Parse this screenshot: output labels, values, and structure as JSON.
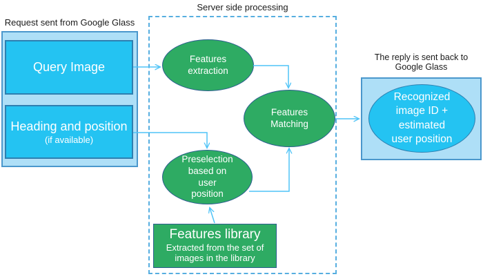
{
  "colors": {
    "container_fill": "#aedff7",
    "container_border": "#4a97cc",
    "cyan_fill": "#24c3f2",
    "cyan_border": "#2d7fb0",
    "green_fill": "#2eab63",
    "green_border": "#2c5d8f",
    "arrow": "#4ec3f7",
    "dashed_border": "#56aee0",
    "label_text": "#1a1a1a",
    "node_text": "#ffffff"
  },
  "left_group": {
    "label": "Request sent from Google Glass",
    "query_box": {
      "label": "Query Image"
    },
    "heading_box": {
      "label": "Heading and position",
      "sublabel": "(if available)"
    }
  },
  "server_group": {
    "label": "Server side processing",
    "features_extraction": {
      "line1": "Features",
      "line2": "extraction"
    },
    "features_matching": {
      "line1": "Features",
      "line2": "Matching"
    },
    "preselection": {
      "line1": "Preselection",
      "line2": "based on",
      "line3": "user",
      "line4": "position"
    },
    "features_library": {
      "title": "Features library",
      "subtitle_line1": "Extracted from the set of",
      "subtitle_line2": "images in the library"
    }
  },
  "right_group": {
    "label_line1": "The reply is sent back to",
    "label_line2": "Google Glass",
    "result_ellipse": {
      "line1": "Recognized",
      "line2": "image ID +",
      "line3": "estimated",
      "line4": "user position"
    }
  }
}
